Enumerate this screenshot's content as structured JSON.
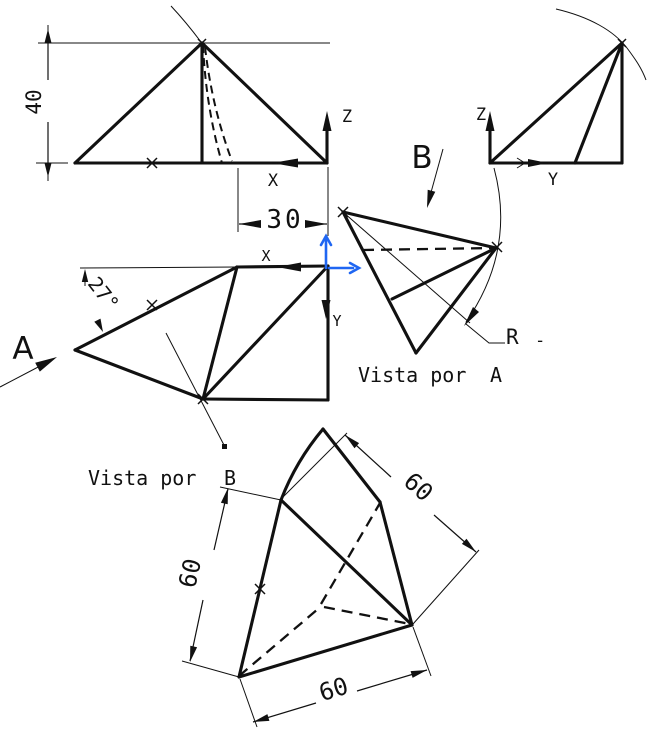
{
  "colors": {
    "ink": "#111111",
    "axis_blue": "#1f66f2",
    "background": "#ffffff"
  },
  "labels": {
    "dims": {
      "front_height": "40",
      "front_offset": "30",
      "top_angle": "27°",
      "iso_left": "60",
      "iso_right": "60",
      "iso_bottom": "60"
    },
    "axes": {
      "front_x": "X",
      "front_z": "Z",
      "side_y": "Y",
      "side_z": "Z",
      "top_x": "X",
      "top_y": "Y"
    },
    "directions": {
      "a": "A",
      "b": "B"
    },
    "views": {
      "a_prefix": "Vista por",
      "a_letter": "A",
      "b_prefix": "Vista por",
      "b_letter": "B"
    },
    "radius": "R",
    "radius_tail": "-"
  }
}
